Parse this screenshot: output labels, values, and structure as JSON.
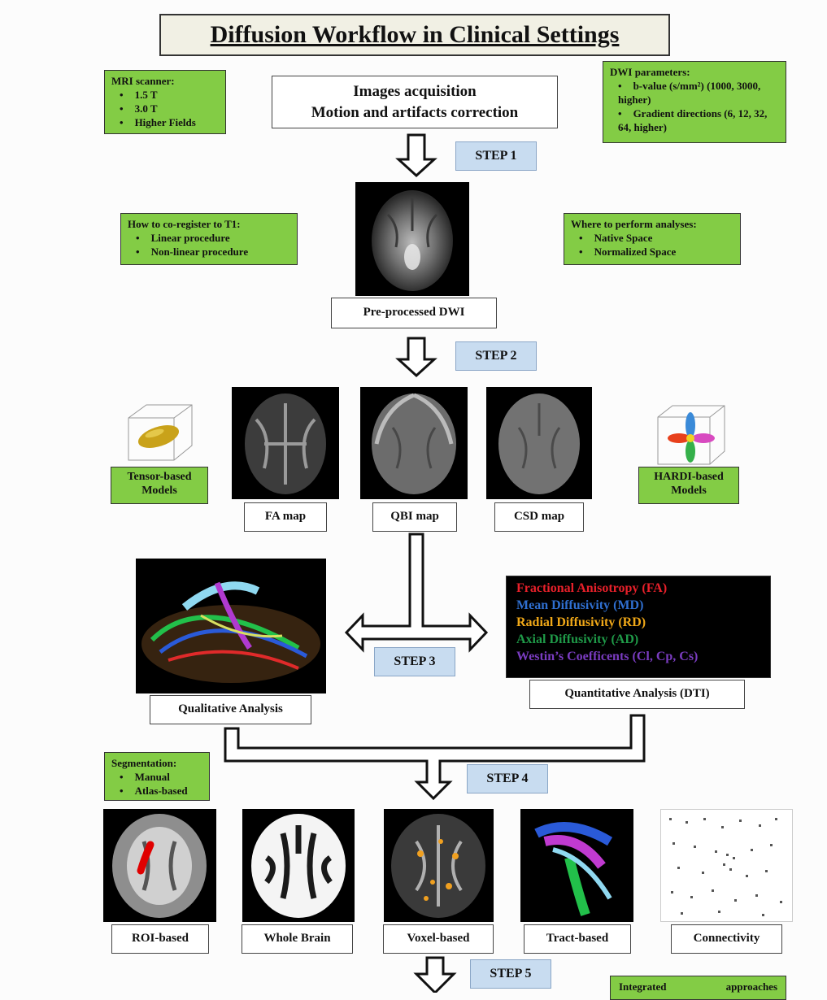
{
  "title": "Diffusion Workflow in Clinical Settings",
  "scanner_box": {
    "heading": "MRI scanner:",
    "items": [
      "1.5 T",
      "3.0 T",
      "Higher Fields"
    ]
  },
  "acquisition_box": {
    "line1": "Images acquisition",
    "line2": "Motion and artifacts correction"
  },
  "dwi_params_box": {
    "heading": "DWI parameters:",
    "items": [
      "b-value (s/mm²) (1000, 3000, higher)",
      "Gradient directions (6, 12, 32, 64, higher)"
    ]
  },
  "steps": {
    "step1": "STEP 1",
    "step2": "STEP 2",
    "step3": "STEP 3",
    "step4": "STEP 4",
    "step5": "STEP 5"
  },
  "coregister_box": {
    "heading": "How to co-register to T1:",
    "items": [
      "Linear procedure",
      "Non-linear procedure"
    ]
  },
  "space_box": {
    "heading": "Where to perform analyses:",
    "items": [
      "Native Space",
      "Normalized Space"
    ]
  },
  "preprocessed_label": "Pre-processed DWI",
  "tensor_label": {
    "line1": "Tensor-based",
    "line2": "Models"
  },
  "hardi_label": {
    "line1": "HARDI-based",
    "line2": "Models"
  },
  "maps": [
    "FA map",
    "QBI map",
    "CSD map"
  ],
  "qualitative_label": "Qualitative Analysis",
  "quantitative_label": "Quantitative Analysis (DTI)",
  "metrics": [
    {
      "text": "Fractional Anisotropy (FA)",
      "color": "#e8202a"
    },
    {
      "text": "Mean Diffusivity (MD)",
      "color": "#2f6fd0"
    },
    {
      "text": "Radial Diffusivity (RD)",
      "color": "#f0a818"
    },
    {
      "text": "Axial Diffusivity (AD)",
      "color": "#1f9a48"
    },
    {
      "text": "Westin’s Coefficents (Cl, Cp, Cs)",
      "color": "#7a3cc0"
    }
  ],
  "segmentation_box": {
    "heading": "Segmentation:",
    "items": [
      "Manual",
      "Atlas-based"
    ]
  },
  "analysis_types": [
    "ROI-based",
    "Whole Brain",
    "Voxel-based",
    "Tract-based",
    "Connectivity"
  ],
  "integrated_label": "Integrated approaches"
}
